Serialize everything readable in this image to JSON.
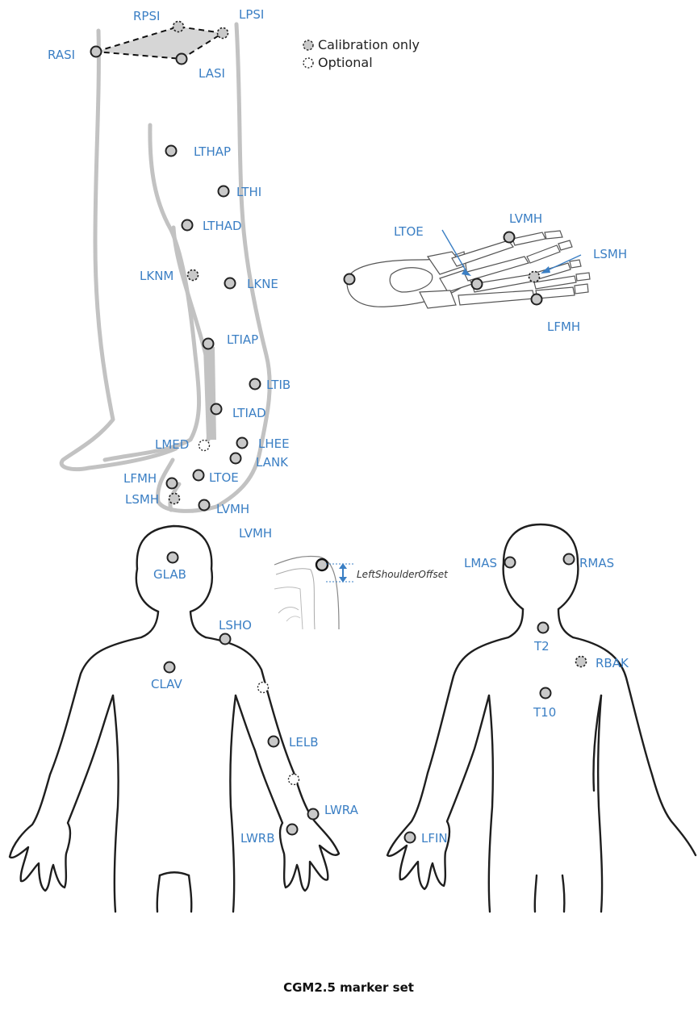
{
  "legend": {
    "calibration": "Calibration only",
    "optional": "Optional"
  },
  "leg_labels": {
    "rpsi": "RPSI",
    "lpsi": "LPSI",
    "rasi": "RASI",
    "lasi": "LASI",
    "lthap": "LTHAP",
    "lthi": "LTHI",
    "lthad": "LTHAD",
    "lknm": "LKNM",
    "lkne": "LKNE",
    "ltiap": "LTIAP",
    "ltib": "LTIB",
    "ltiad": "LTIAD",
    "lmed": "LMED",
    "lhee": "LHEE",
    "lank": "LANK",
    "lfmh": "LFMH",
    "ltoe": "LTOE",
    "lsmh": "LSMH",
    "lvmh": "LVMH"
  },
  "foot_labels": {
    "ltoe": "LTOE",
    "lvmh": "LVMH",
    "lsmh": "LSMH",
    "lfmh": "LFMH"
  },
  "shoulder_inset": {
    "marker": "LVMH",
    "annotation": "LeftShoulderOffset"
  },
  "front_labels": {
    "glab": "GLAB",
    "lsho": "LSHO",
    "clav": "CLAV",
    "lelb": "LELB",
    "lwra": "LWRA",
    "lwrb": "LWRB"
  },
  "back_labels": {
    "lmas": "LMAS",
    "rmas": "RMAS",
    "t2": "T2",
    "rbak": "RBAK",
    "t10": "T10",
    "lfin": "LFIN"
  },
  "caption": "CGM2.5 marker set",
  "colors": {
    "label": "#3b7fc4",
    "marker_fill": "#c9c9c9",
    "marker_stroke": "#222222"
  }
}
